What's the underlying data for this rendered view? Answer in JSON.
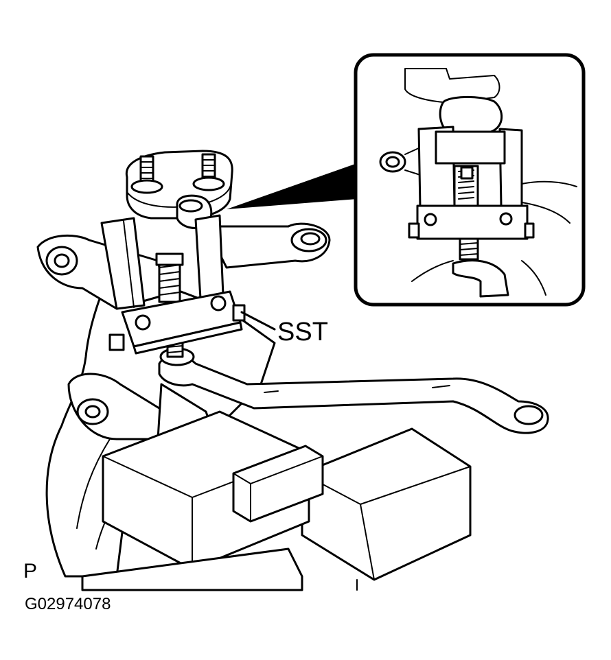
{
  "labels": {
    "callout": "SST",
    "corner": "P",
    "figure_code": "G02974078"
  }
}
